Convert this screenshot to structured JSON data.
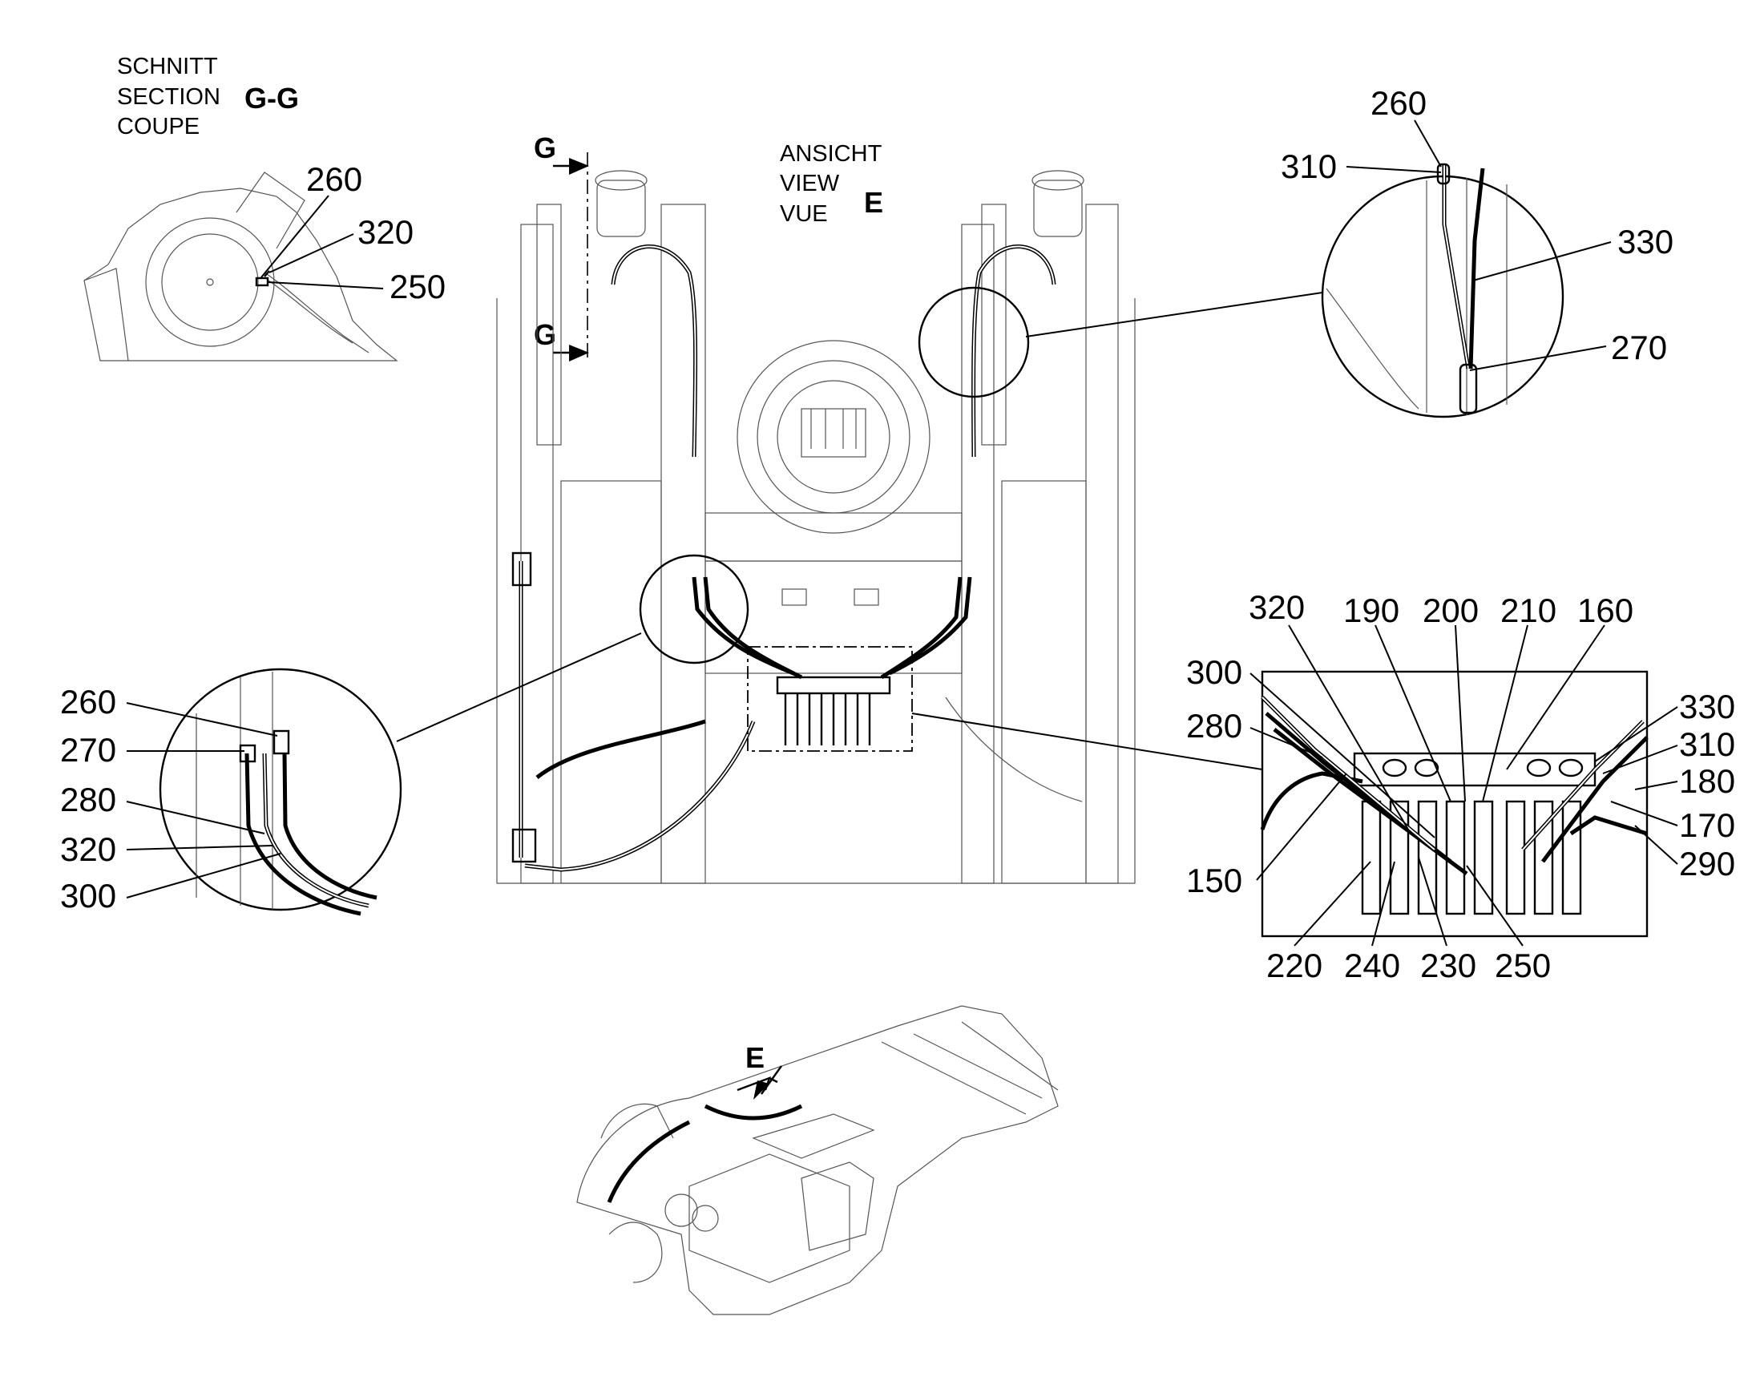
{
  "section_gg": {
    "line1": "SCHNITT",
    "line2": "SECTION",
    "line3": "COUPE",
    "id": "G-G",
    "labels": [
      "260",
      "320",
      "250"
    ]
  },
  "view_e": {
    "line1": "ANSICHT",
    "line2": "VIEW",
    "line3": "VUE",
    "id": "E",
    "cut_marker_top": "G",
    "cut_marker_bottom": "G"
  },
  "detail_top_right": {
    "labels": [
      "260",
      "310",
      "330",
      "270"
    ]
  },
  "detail_left": {
    "labels": [
      "260",
      "270",
      "280",
      "320",
      "300"
    ]
  },
  "detail_valve": {
    "labels_top": [
      "320",
      "190",
      "200",
      "210",
      "160"
    ],
    "labels_left": [
      "300",
      "280",
      "150"
    ],
    "labels_right": [
      "330",
      "310",
      "180",
      "170",
      "290"
    ],
    "labels_bottom": [
      "220",
      "240",
      "230",
      "250"
    ]
  },
  "overview": {
    "arrow_label": "E"
  }
}
